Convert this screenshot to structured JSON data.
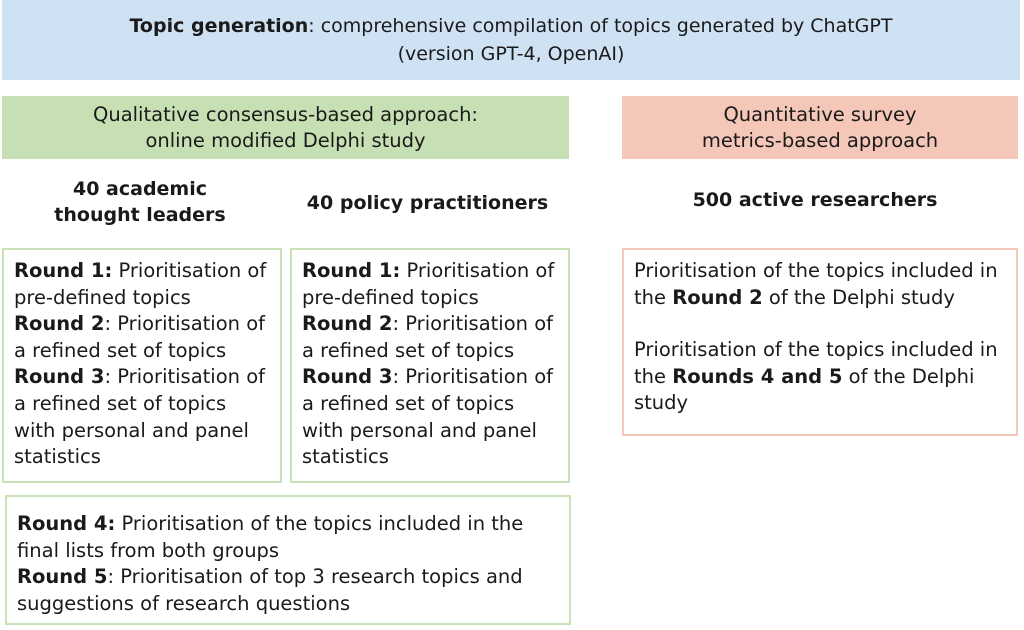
{
  "banner": {
    "bold": "Topic generation",
    "rest": ": comprehensive compilation of topics generated by ChatGPT",
    "line2": "(version GPT-4, OpenAI)"
  },
  "qualitative": {
    "line1": "Qualitative consensus-based approach:",
    "line2": "online modified Delphi study"
  },
  "quantitative": {
    "line1": "Quantitative survey",
    "line2": "metrics-based approach"
  },
  "groups": {
    "academic_line1": "40 academic",
    "academic_line2": "thought leaders",
    "policy": "40 policy practitioners",
    "researchers": "500 active researchers"
  },
  "rounds": {
    "r1_label": "Round 1:",
    "r1_text": " Prioritisation of pre-defined topics",
    "r2_label": "Round 2",
    "r2_text": ": Prioritisation of a refined set of topics",
    "r3_label": "Round 3",
    "r3_text": ": Prioritisation of a refined set of topics with personal and panel statistics",
    "r4_label": "Round 4:",
    "r4_text": " Prioritisation of the topics included in the final lists from both groups",
    "r5_label": "Round 5",
    "r5_text": ": Prioritisation of top 3 research topics and suggestions of research questions"
  },
  "survey": {
    "p1_pre": "Prioritisation of the topics included in the ",
    "p1_bold": "Round 2",
    "p1_post": " of the Delphi study",
    "p2_pre": "Prioritisation of the topics included in the ",
    "p2_bold": "Rounds 4 and 5",
    "p2_post": " of the Delphi study"
  }
}
